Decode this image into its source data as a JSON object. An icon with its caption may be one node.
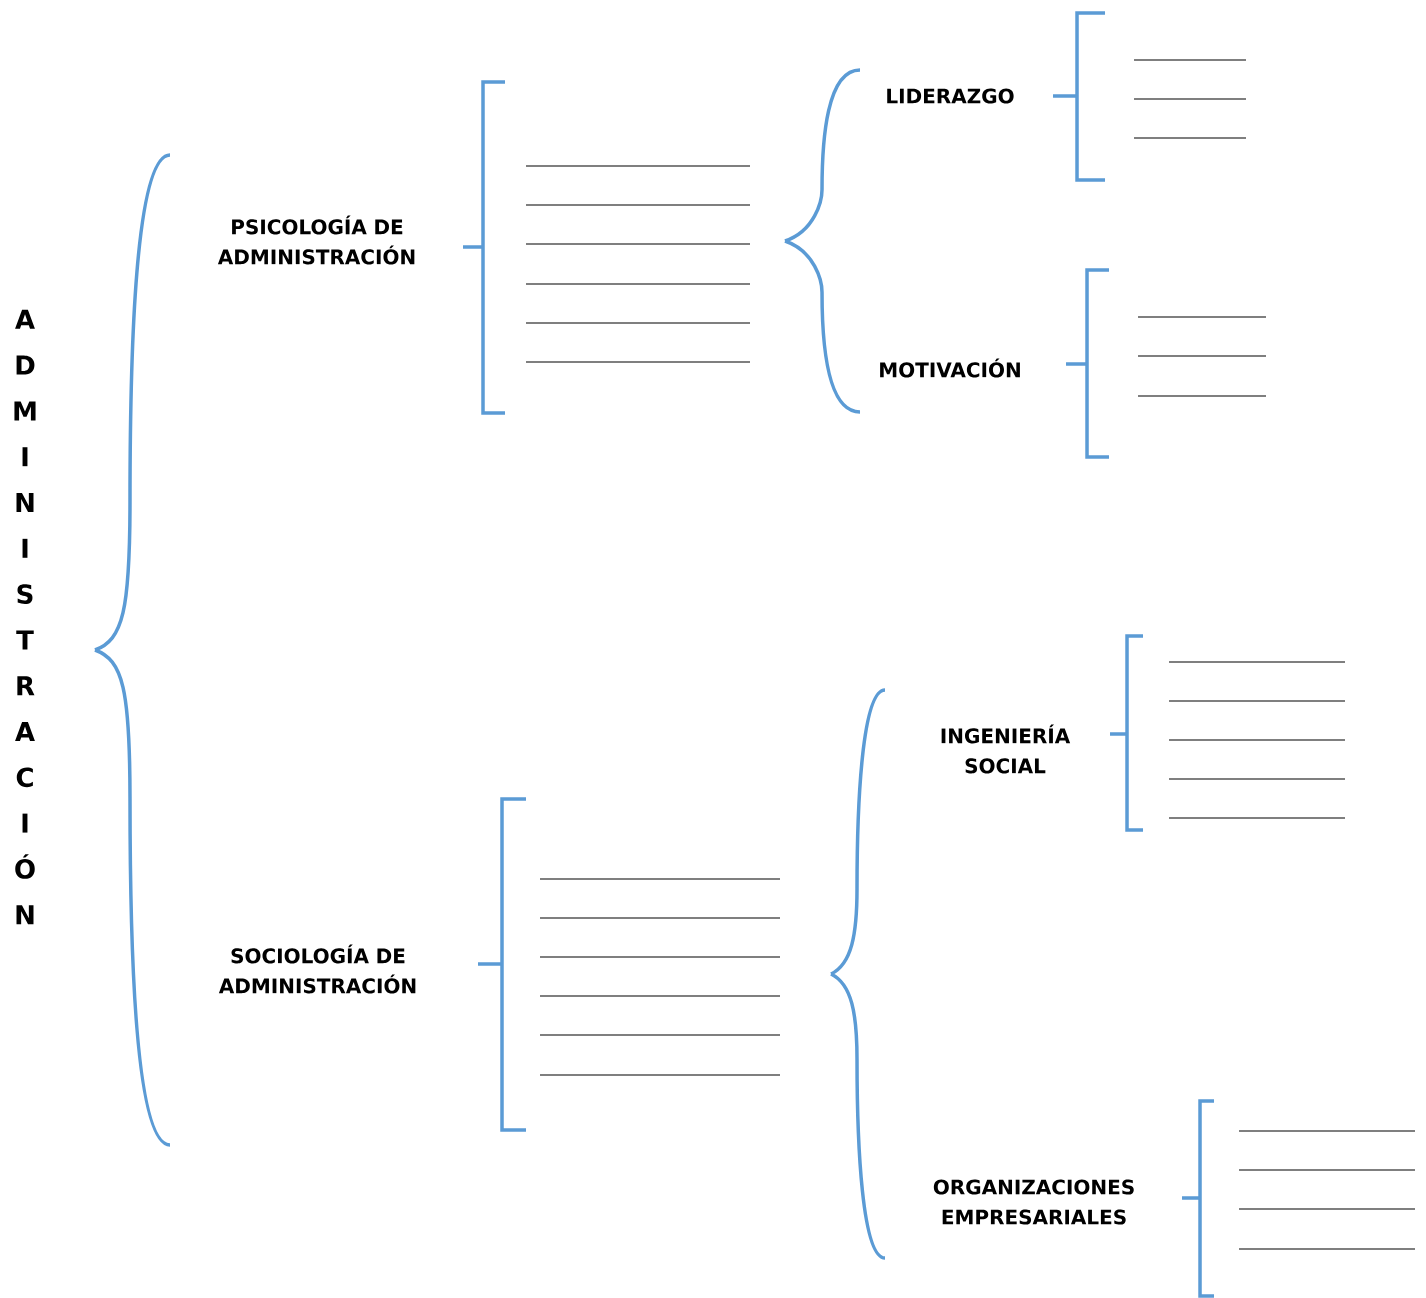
{
  "diagram": {
    "nodes": [
      {
        "text": [
          "ADMINISTRACIÓN"
        ]
      },
      {
        "text": [
          "PSICOLOGÍA DE ADMINISTRACIÓN"
        ]
      },
      {
        "text": [
          "SOCIOLOGÍA DE ADMINISTRACIÓN"
        ]
      },
      {
        "text": [
          "LIDERAZGO"
        ]
      },
      {
        "text": [
          "MOTIVACIÓN"
        ]
      },
      {
        "text": [
          "INGENIERÍA SOCIAL"
        ]
      },
      {
        "text": [
          "ORGANIZACIONES EMPRESARIALES"
        ]
      }
    ]
  }
}
